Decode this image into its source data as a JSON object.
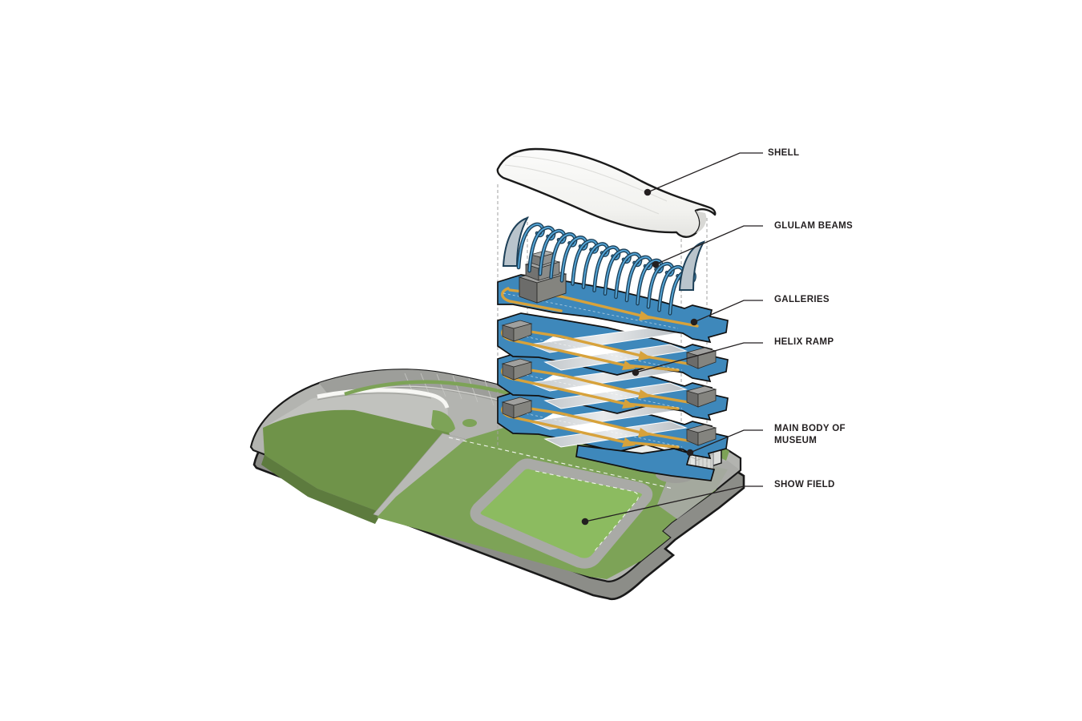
{
  "figure": {
    "type": "exploded-axonometric-architecture-diagram",
    "background": "#ffffff",
    "callouts": [
      {
        "id": "shell",
        "label": "SHELL"
      },
      {
        "id": "glulam-beams",
        "label": "GLULAM BEAMS"
      },
      {
        "id": "galleries",
        "label": "GALLERIES"
      },
      {
        "id": "helix-ramp",
        "label": "HELIX RAMP"
      },
      {
        "id": "main-body-of-museum",
        "label": "MAIN BODY OF MUSEUM"
      },
      {
        "id": "show-field",
        "label": "SHOW FIELD"
      }
    ],
    "colors": {
      "gallery_blue": "#3e88bb",
      "circulation_orange": "#d7a23b",
      "beam_blue": "#54a5d7",
      "beam_outline": "#1d4058",
      "show_field_green": "#8cbb60",
      "lawn_green": "#6f9349",
      "apron_green": "#7da357",
      "site_gray": "#b3b4b0",
      "shell_white": "#f6f6f4",
      "line_black": "#231f20"
    }
  }
}
